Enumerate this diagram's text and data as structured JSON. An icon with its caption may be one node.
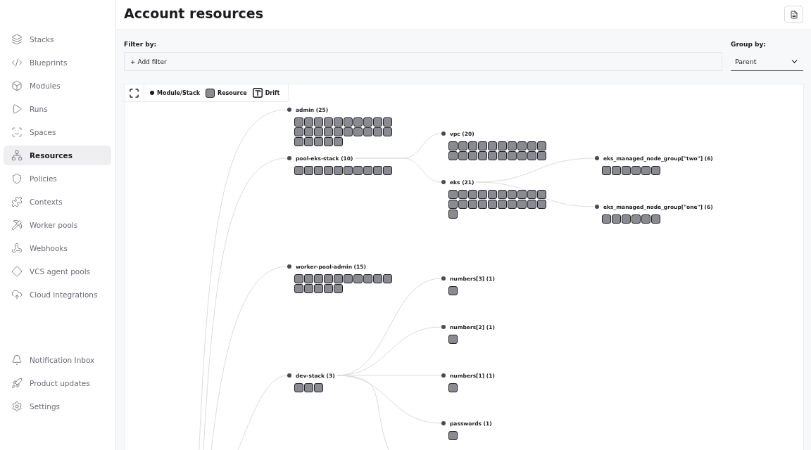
{
  "diagram": {
    "title": "Account resources",
    "nodes": [
      {
        "text": [
          "admin (25)"
        ]
      },
      {
        "text": [
          "vpc (20)"
        ]
      },
      {
        "text": [
          "pool-eks-stack (10)"
        ]
      },
      {
        "text": [
          "eks_managed_node_group[\"two\"] (6)"
        ]
      },
      {
        "text": [
          "eks (21)"
        ]
      },
      {
        "text": [
          "eks_managed_node_group[\"one\"] (6)"
        ]
      },
      {
        "text": [
          "worker-pool-admin (15)"
        ]
      },
      {
        "text": [
          "numbers[3] (1)"
        ]
      },
      {
        "text": [
          "numbers[2] (1)"
        ]
      },
      {
        "text": [
          "dev-stack (3)"
        ]
      },
      {
        "text": [
          "numbers[1] (1)"
        ]
      },
      {
        "text": [
          "passwords (1)"
        ]
      }
    ],
    "edges": [
      {
        "from": null,
        "to": 0,
        "arrow": "none"
      },
      {
        "from": null,
        "to": 2,
        "arrow": "none"
      },
      {
        "from": null,
        "to": 6,
        "arrow": "none"
      },
      {
        "from": null,
        "to": 9,
        "arrow": "none"
      },
      {
        "from": 2,
        "to": 1,
        "arrow": "none"
      },
      {
        "from": 2,
        "to": 4,
        "arrow": "none"
      },
      {
        "from": 4,
        "to": 3,
        "arrow": "none"
      },
      {
        "from": 4,
        "to": 5,
        "arrow": "none"
      },
      {
        "from": 9,
        "to": 7,
        "arrow": "none"
      },
      {
        "from": 9,
        "to": 8,
        "arrow": "none"
      },
      {
        "from": 9,
        "to": 10,
        "arrow": "none"
      },
      {
        "from": 9,
        "to": 11,
        "arrow": "none"
      },
      {
        "from": 9,
        "to": null,
        "arrow": "none"
      }
    ],
    "labels": [
      "Stacks",
      "Blueprints",
      "Modules",
      "Runs",
      "Spaces",
      "Resources",
      "Policies",
      "Contexts",
      "Worker pools",
      "Webhooks",
      "VCS agent pools",
      "Cloud integrations",
      "Notification Inbox",
      "Product updates",
      "Settings",
      "Filter by:",
      "+ Add filter",
      "Group by:",
      "Parent"
    ],
    "legend": [
      {
        "text": "Module/Stack"
      },
      {
        "text": "Resource"
      },
      {
        "text": "Drift"
      }
    ]
  }
}
